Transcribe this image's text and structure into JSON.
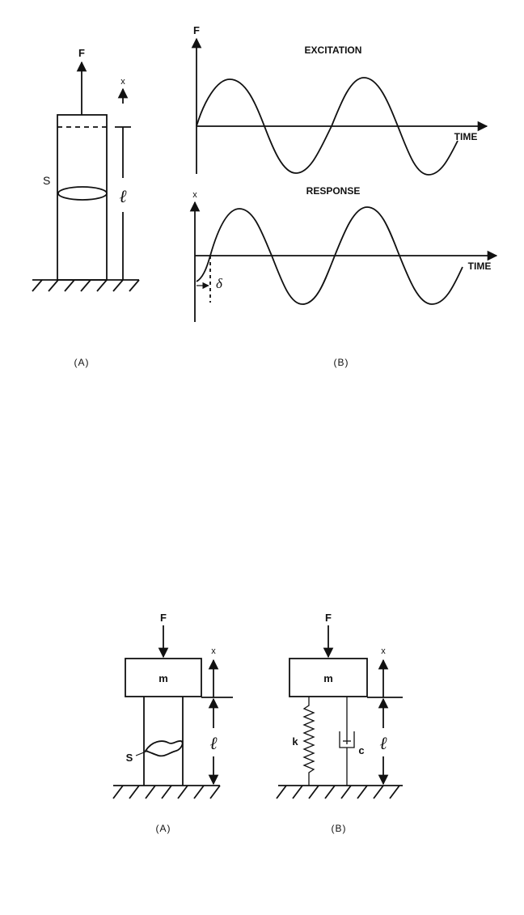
{
  "figure_top": {
    "panel_a": {
      "force_label": "F",
      "disp_label": "x",
      "surface_label": "S",
      "length_label": "ℓ",
      "caption": "(A)"
    },
    "panel_b": {
      "excitation_title": "EXCITATION",
      "excitation_axis_label": "F",
      "excitation_time_label": "TIME",
      "response_title": "RESPONSE",
      "response_axis_label": "x",
      "response_time_label": "TIME",
      "phase_label": "δ",
      "caption": "(B)"
    }
  },
  "figure_bottom": {
    "panel_a": {
      "force_label": "F",
      "mass_label": "m",
      "disp_label": "x",
      "surface_label": "S",
      "length_label": "ℓ",
      "caption": "(A)"
    },
    "panel_b": {
      "force_label": "F",
      "mass_label": "m",
      "disp_label": "x",
      "spring_label": "k",
      "damper_label": "c",
      "length_label": "ℓ",
      "caption": "(B)"
    }
  }
}
